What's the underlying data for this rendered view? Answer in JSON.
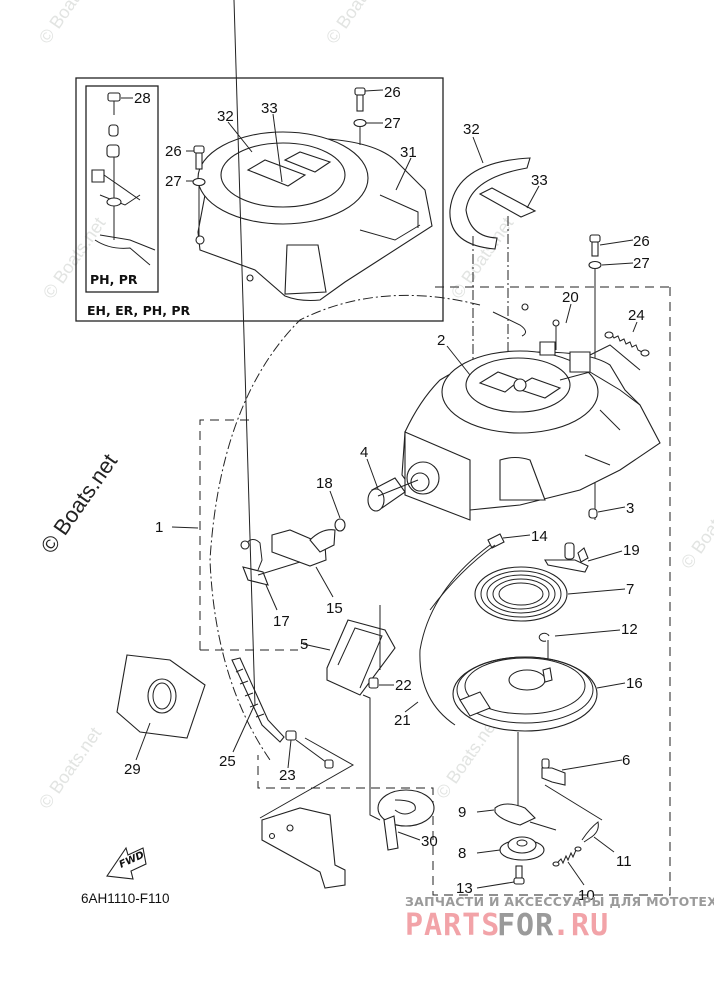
{
  "diagram": {
    "title_code": "6AH1110-F110",
    "direction_badge": "FWD",
    "inset_outer_variants": "EH, ER, PH, PR",
    "inset_inner_variants": "PH, PR",
    "callouts": {
      "inset": [
        {
          "id": "28",
          "name": "bolt"
        },
        {
          "id": "26",
          "name": "bolt-left"
        },
        {
          "id": "27",
          "name": "washer-left"
        },
        {
          "id": "26",
          "name": "bolt-right"
        },
        {
          "id": "27",
          "name": "washer-right"
        },
        {
          "id": "32",
          "name": "decal-ring"
        },
        {
          "id": "33",
          "name": "decal-plate"
        },
        {
          "id": "31",
          "name": "cover-assembly"
        }
      ],
      "main": [
        {
          "id": "32",
          "name": "decal-ring"
        },
        {
          "id": "33",
          "name": "decal-plate"
        },
        {
          "id": "26",
          "name": "bolt"
        },
        {
          "id": "27",
          "name": "washer"
        },
        {
          "id": "20",
          "name": "plate"
        },
        {
          "id": "24",
          "name": "spring"
        },
        {
          "id": "2",
          "name": "starter-case"
        },
        {
          "id": "4",
          "name": "rope-guide"
        },
        {
          "id": "18",
          "name": "stopper"
        },
        {
          "id": "1",
          "name": "manual-starter-assy"
        },
        {
          "id": "3",
          "name": "collar"
        },
        {
          "id": "14",
          "name": "cable-end"
        },
        {
          "id": "19",
          "name": "lock-plate"
        },
        {
          "id": "7",
          "name": "spiral-spring"
        },
        {
          "id": "15",
          "name": "handle"
        },
        {
          "id": "17",
          "name": "seal"
        },
        {
          "id": "21",
          "name": "bracket"
        },
        {
          "id": "12",
          "name": "clip"
        },
        {
          "id": "5",
          "name": "drum-sheave"
        },
        {
          "id": "22",
          "name": "screw"
        },
        {
          "id": "16",
          "name": "starter-rope"
        },
        {
          "id": "29",
          "name": "grommet"
        },
        {
          "id": "25",
          "name": "cable"
        },
        {
          "id": "23",
          "name": "nut"
        },
        {
          "id": "6",
          "name": "pawl"
        },
        {
          "id": "9",
          "name": "guide"
        },
        {
          "id": "30",
          "name": "holder"
        },
        {
          "id": "8",
          "name": "drive-plate"
        },
        {
          "id": "11",
          "name": "pawl-spring"
        },
        {
          "id": "13",
          "name": "bolt"
        },
        {
          "id": "10",
          "name": "return-spring"
        }
      ]
    }
  },
  "watermarks": {
    "boats": "© Boats.net",
    "boats_large": "© Boats.net",
    "promo_tagline": "ЗАПЧАСТИ И АКСЕССУАРЫ ДЛЯ МОТОТЕХНИКИ",
    "promo_logo_part1": "PARTS",
    "promo_logo_part2": "FOR",
    "promo_logo_part3": ".RU"
  },
  "colors": {
    "line": "#222222",
    "background": "#ffffff",
    "promo_red": "#f2a3a8",
    "promo_gray": "#9a9a9a",
    "watermark": "#e2e4e2"
  }
}
